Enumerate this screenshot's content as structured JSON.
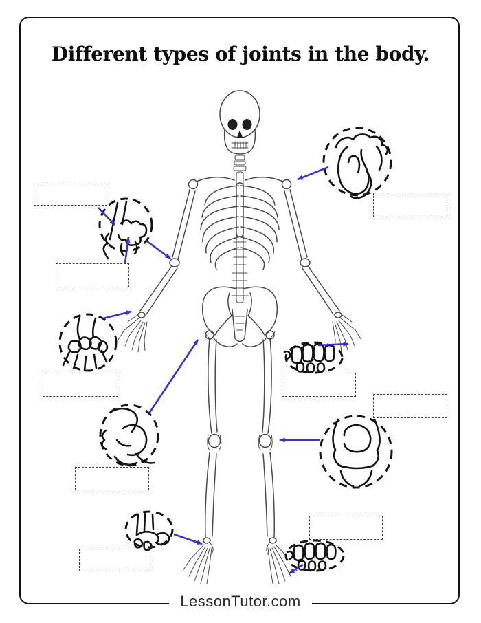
{
  "title": "Different types of joints in the body.",
  "footer": {
    "site_text": "LessonTutor.com"
  },
  "colors": {
    "arrow": "#3b2ed3",
    "ink": "#111111",
    "box_border": "#3f3f3f",
    "skeleton_line": "#4a4a4a"
  },
  "illustration": {
    "name": "human-skeleton-front-view"
  },
  "joint_closeups": [
    {
      "id": "shoulder",
      "name": "shoulder-joint-closeup"
    },
    {
      "id": "elbow",
      "name": "elbow-joint-closeup"
    },
    {
      "id": "wrist",
      "name": "wrist-joint-closeup"
    },
    {
      "id": "hand",
      "name": "hand-phalanges-closeup"
    },
    {
      "id": "hip",
      "name": "hip-joint-closeup"
    },
    {
      "id": "knee",
      "name": "knee-joint-closeup"
    },
    {
      "id": "ankle",
      "name": "ankle-joint-closeup"
    },
    {
      "id": "foot",
      "name": "foot-bones-closeup"
    }
  ],
  "answer_boxes": [
    {
      "id": "answer-box-top-left",
      "value": ""
    },
    {
      "id": "answer-box-top-right",
      "value": ""
    },
    {
      "id": "answer-box-upper-left",
      "value": ""
    },
    {
      "id": "answer-box-mid-left",
      "value": ""
    },
    {
      "id": "answer-box-mid-right",
      "value": ""
    },
    {
      "id": "answer-box-right",
      "value": ""
    },
    {
      "id": "answer-box-lower-left",
      "value": ""
    },
    {
      "id": "answer-box-bottom-left",
      "value": ""
    },
    {
      "id": "answer-box-bottom-right",
      "value": ""
    }
  ]
}
